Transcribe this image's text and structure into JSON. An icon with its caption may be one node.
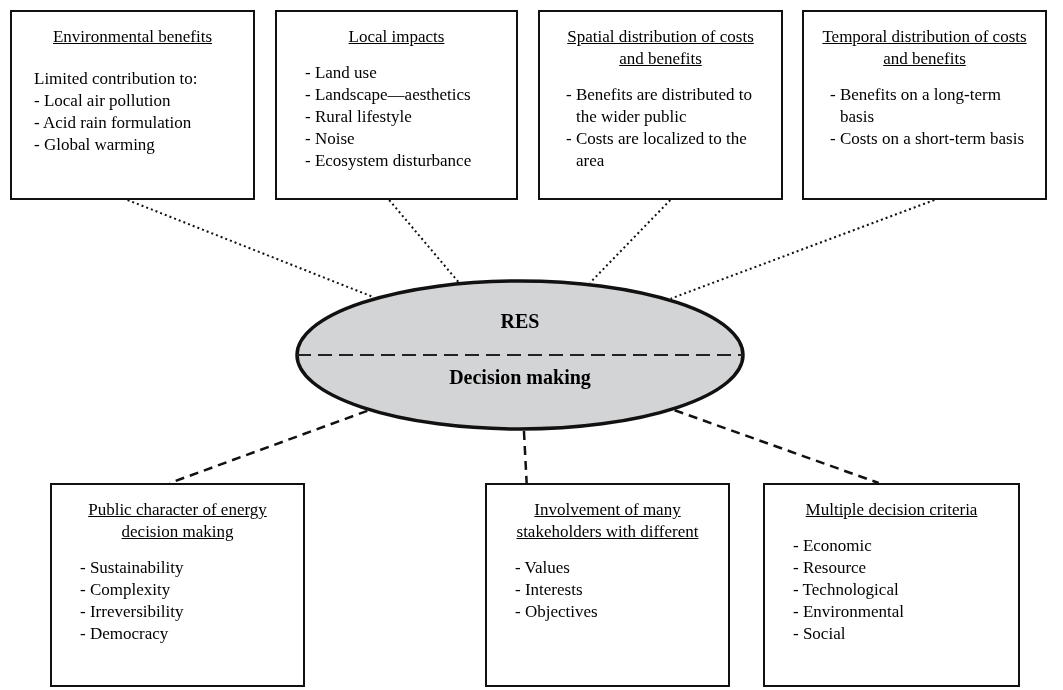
{
  "diagram": {
    "nodes": [
      {
        "text": [
          "Environmental benefits",
          "Limited contribution to:",
          "- Local air pollution",
          "- Acid rain formulation",
          "- Global warming"
        ]
      },
      {
        "text": [
          "Local impacts",
          "- Land use",
          "- Landscape—aesthetics",
          "- Rural lifestyle",
          "- Noise",
          "- Ecosystem disturbance"
        ]
      },
      {
        "text": [
          "Spatial distribution of costs and benefits",
          "- Benefits are distributed to the wider public",
          "- Costs are localized to the area"
        ]
      },
      {
        "text": [
          "Temporal distribution of costs and benefits",
          "- Benefits on a long-term basis",
          "- Costs on a short-term basis"
        ]
      },
      {
        "text": [
          "RES",
          "Decision making"
        ]
      },
      {
        "text": [
          "Public character of energy decision making",
          "- Sustainability",
          "- Complexity",
          "- Irreversibility",
          "- Democracy"
        ]
      },
      {
        "text": [
          "Involvement of many stakeholders with different",
          "- Values",
          "- Interests",
          "- Objectives"
        ]
      },
      {
        "text": [
          "Multiple decision criteria",
          "- Economic",
          "- Resource",
          "- Technological",
          "- Environmental",
          "- Social"
        ]
      }
    ],
    "edges": [
      {
        "from": 0,
        "to": 4,
        "arrow": "none"
      },
      {
        "from": 1,
        "to": 4,
        "arrow": "none"
      },
      {
        "from": 2,
        "to": 4,
        "arrow": "none"
      },
      {
        "from": 3,
        "to": 4,
        "arrow": "none"
      },
      {
        "from": 4,
        "to": 5,
        "arrow": "none",
        "style": "dashed"
      },
      {
        "from": 4,
        "to": 6,
        "arrow": "none",
        "style": "dashed"
      },
      {
        "from": 4,
        "to": 7,
        "arrow": "none",
        "style": "dashed"
      }
    ]
  }
}
